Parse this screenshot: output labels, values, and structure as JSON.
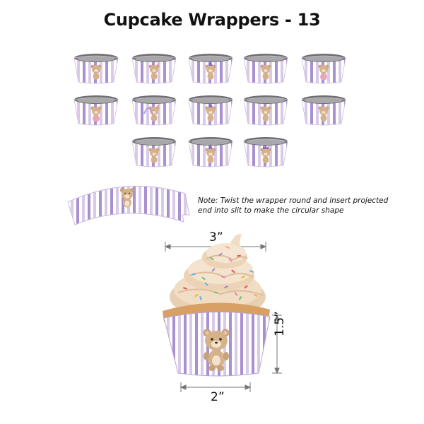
{
  "title": "Cupcake Wrappers - 13",
  "note": "Note: Twist the wrapper round and insert projected end into slit to make the circular shape",
  "dimensions": {
    "top_width": "3”",
    "height": "1.5”",
    "bottom_width": "2”"
  },
  "colors": {
    "stripe_purple": "#a990d0",
    "stripe_light": "#d9cbe8",
    "bear_brown": "#c8a37a",
    "frosting": "#f1dcc4",
    "cake": "#d9a066"
  },
  "wrappers": [
    {
      "variant": "bear-sitting"
    },
    {
      "variant": "bear-bow"
    },
    {
      "variant": "bear-party-hat"
    },
    {
      "variant": "bear-standing"
    },
    {
      "variant": "bear-pink"
    },
    {
      "variant": "bear-pink-dress"
    },
    {
      "variant": "bear-rainbow"
    },
    {
      "variant": "bear-party-hat"
    },
    {
      "variant": "bear-standing"
    },
    {
      "variant": "bear-sitting"
    },
    {
      "variant": "bear-sitting"
    },
    {
      "variant": "bear-party-hat"
    },
    {
      "variant": "bear-crown"
    }
  ]
}
